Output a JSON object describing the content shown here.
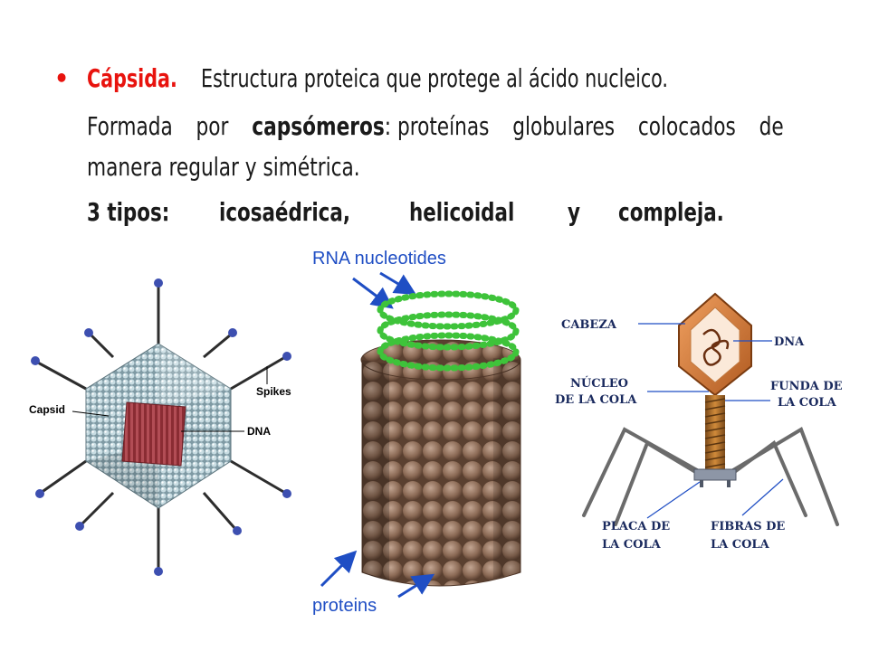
{
  "bullet": "•",
  "paragraph": {
    "term": "Cápsida.",
    "line1_rest": "Estructura proteica que protege al ácido nucleico.",
    "line2_words": [
      "Formada",
      "por",
      "capsómeros",
      ": proteínas",
      "globulares",
      "colocados",
      "de"
    ],
    "line3": "manera regular y simétrica.",
    "types_words": [
      "3 tipos:",
      "icosaédrica,",
      "helicoidal",
      "y",
      "compleja."
    ]
  },
  "figures": {
    "icosahedral": {
      "capsid_label": "Capsid",
      "spikes_label": "Spikes",
      "dna_label": "DNA"
    },
    "helical": {
      "rna_label": "RNA nucleotides",
      "proteins_label": "proteins"
    },
    "complex": {
      "cabeza": "CABEZA",
      "dna": "DNA",
      "nucleo_1": "NÚCLEO",
      "nucleo_2": "DE LA COLA",
      "funda_1": "FUNDA DE",
      "funda_2": "LA COLA",
      "placa_1": "PLACA DE",
      "placa_2": "LA COLA",
      "fibras_1": "FIBRAS DE",
      "fibras_2": "LA COLA"
    }
  },
  "colors": {
    "accent_red": "#e8130e",
    "arrow_blue": "#1f4ec4",
    "helix_green": "#3ec33a",
    "protein_brown": "#8b6a55"
  }
}
